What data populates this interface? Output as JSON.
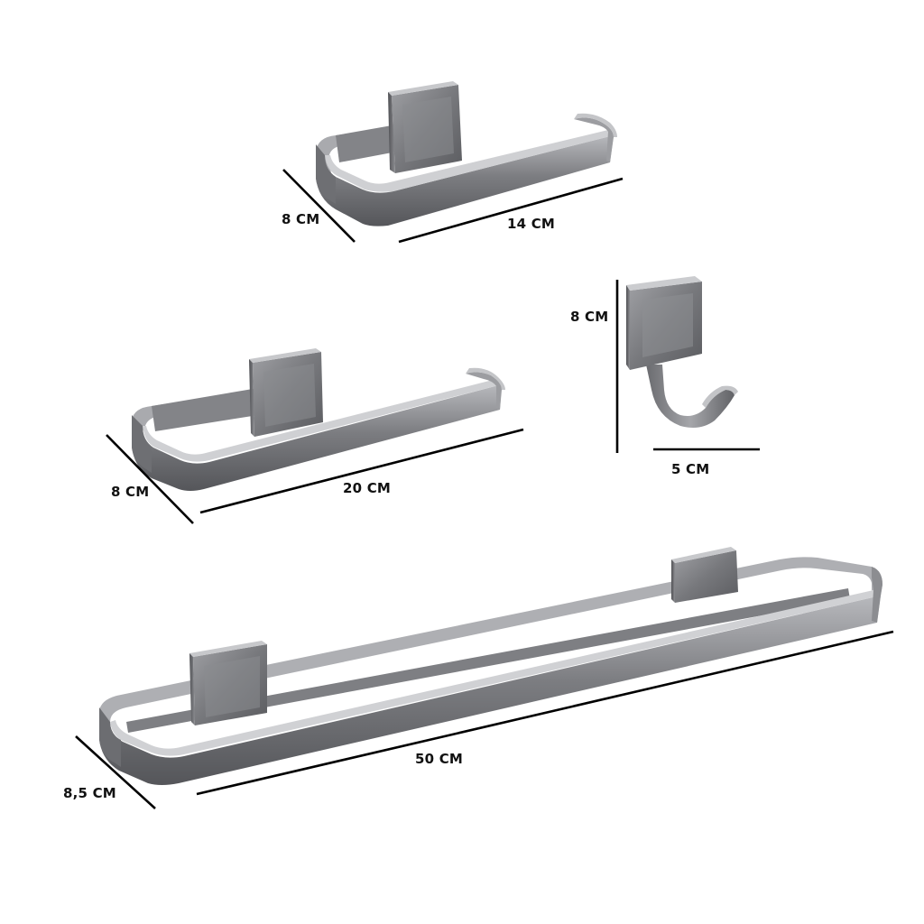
{
  "products": [
    {
      "name": "toilet-paper-holder",
      "dimensions": {
        "depth": "8 CM",
        "width": "14 CM"
      }
    },
    {
      "name": "robe-hook",
      "dimensions": {
        "height": "8 CM",
        "width": "5 CM"
      }
    },
    {
      "name": "towel-ring",
      "dimensions": {
        "depth": "8 CM",
        "width": "20 CM"
      }
    },
    {
      "name": "towel-bar",
      "dimensions": {
        "depth": "8,5 CM",
        "width": "50 CM"
      }
    }
  ],
  "colors": {
    "metal_dark": "#5f6064",
    "metal_mid": "#8a8b8f",
    "metal_light": "#c9cacd",
    "dimension_line": "#000000"
  }
}
